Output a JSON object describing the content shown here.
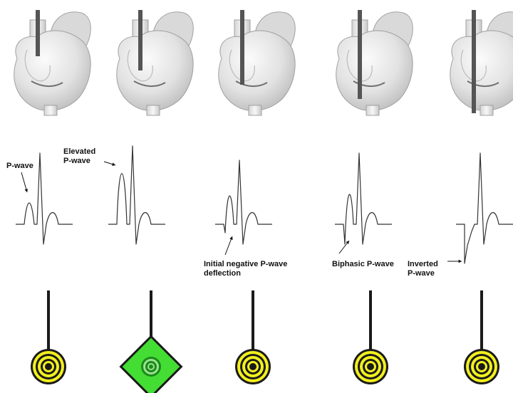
{
  "colors": {
    "heart_fill": "#e2e2e2",
    "heart_stroke": "#a0a0a0",
    "catheter": "#555555",
    "trace": "#333333",
    "target_yellow": "#f2f01e",
    "target_dark": "#1a1a1a",
    "highlight_green": "#44dd33"
  },
  "columns": [
    {
      "label_lines": [
        "P-wave"
      ],
      "p_wave_type": "normal",
      "highlighted": false
    },
    {
      "label_lines": [
        "Elevated",
        "P-wave"
      ],
      "p_wave_type": "elevated",
      "highlighted": true
    },
    {
      "label_lines": [
        "Initial negative P-wave",
        "deflection"
      ],
      "p_wave_type": "initial-negative",
      "highlighted": false
    },
    {
      "label_lines": [
        "Biphasic P-wave"
      ],
      "p_wave_type": "biphasic",
      "highlighted": false
    },
    {
      "label_lines": [
        "Inverted",
        "P-wave"
      ],
      "p_wave_type": "inverted",
      "highlighted": false
    }
  ]
}
